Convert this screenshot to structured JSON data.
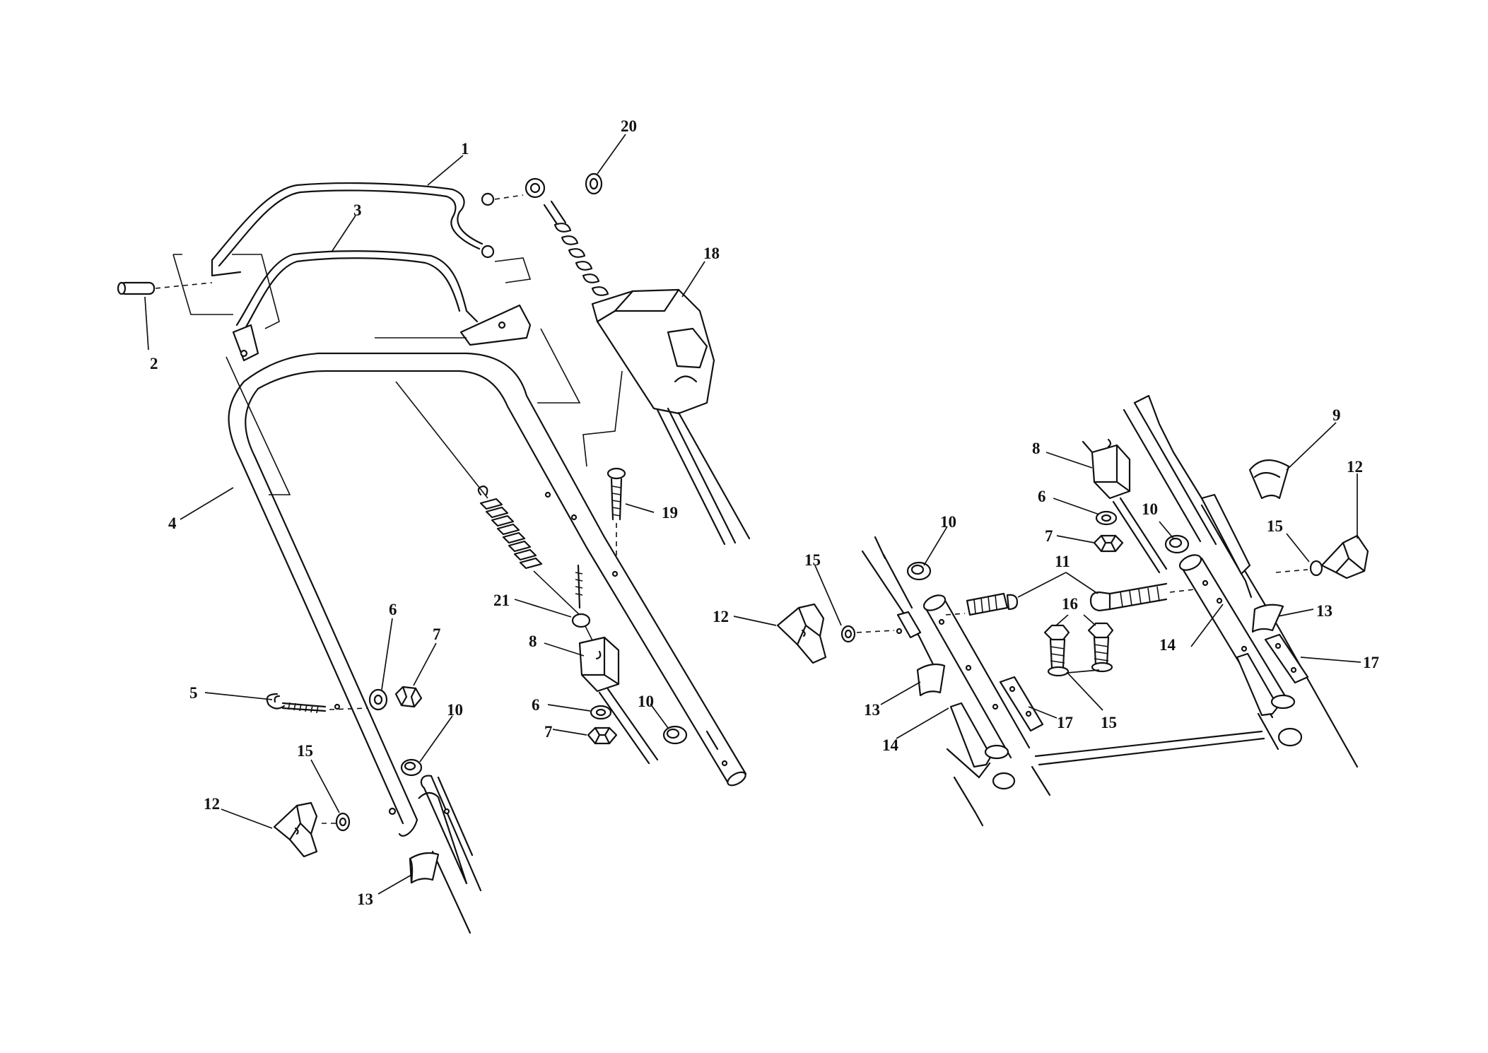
{
  "callouts": {
    "c1": "1",
    "c2": "2",
    "c3": "3",
    "c4": "4",
    "c5": "5",
    "c6a": "6",
    "c6b": "6",
    "c6c": "6",
    "c7a": "7",
    "c7b": "7",
    "c7c": "7",
    "c8a": "8",
    "c8b": "8",
    "c9": "9",
    "c10a": "10",
    "c10b": "10",
    "c10c": "10",
    "c10d": "10",
    "c11": "11",
    "c12a": "12",
    "c12b": "12",
    "c12c": "12",
    "c13a": "13",
    "c13b": "13",
    "c13c": "13",
    "c14a": "14",
    "c14b": "14",
    "c15a": "15",
    "c15b": "15",
    "c15c": "15",
    "c15d": "15",
    "c16": "16",
    "c17a": "17",
    "c17b": "17",
    "c18": "18",
    "c19": "19",
    "c20": "20",
    "c21": "21"
  },
  "colors": {
    "ink": "#111111",
    "paper": "#ffffff"
  }
}
